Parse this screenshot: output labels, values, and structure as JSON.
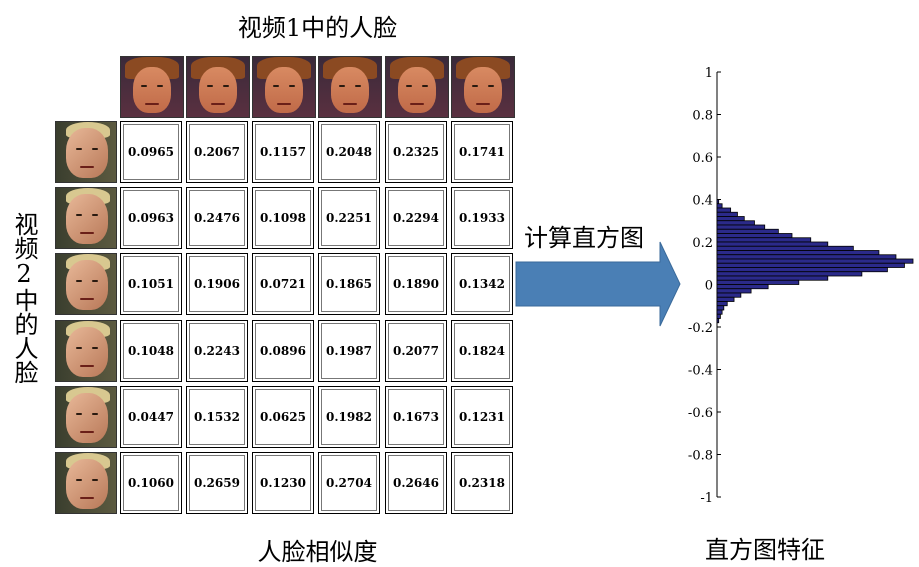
{
  "titles": {
    "top": "视频1中的人脸",
    "side": "视频2中的人脸",
    "bottom": "人脸相似度",
    "arrow": "计算直方图",
    "histogram": "直方图特征"
  },
  "matrix": [
    [
      "0.0965",
      "0.2067",
      "0.1157",
      "0.2048",
      "0.2325",
      "0.1741"
    ],
    [
      "0.0963",
      "0.2476",
      "0.1098",
      "0.2251",
      "0.2294",
      "0.1933"
    ],
    [
      "0.1051",
      "0.1906",
      "0.0721",
      "0.1865",
      "0.1890",
      "0.1342"
    ],
    [
      "0.1048",
      "0.2243",
      "0.0896",
      "0.1987",
      "0.2077",
      "0.1824"
    ],
    [
      "0.0447",
      "0.1532",
      "0.0625",
      "0.1982",
      "0.1673",
      "0.1231"
    ],
    [
      "0.1060",
      "0.2659",
      "0.1230",
      "0.2704",
      "0.2646",
      "0.2318"
    ]
  ],
  "colors": {
    "arrow": "#4a7fb5",
    "bar_fill": "#2b2a8a",
    "bar_stroke": "#000000"
  },
  "chart_data": {
    "type": "bar",
    "orientation": "horizontal",
    "ylim": [
      -1,
      1
    ],
    "yticks": [
      "1",
      "0.8",
      "0.6",
      "0.4",
      "0.2",
      "0",
      "-0.2",
      "-0.4",
      "-0.6",
      "-0.8",
      "-1"
    ],
    "bins": [
      0.39,
      0.37,
      0.35,
      0.33,
      0.31,
      0.29,
      0.27,
      0.25,
      0.23,
      0.21,
      0.19,
      0.17,
      0.15,
      0.13,
      0.11,
      0.09,
      0.07,
      0.05,
      0.03,
      0.01,
      -0.01,
      -0.03,
      -0.05,
      -0.07,
      -0.09,
      -0.11,
      -0.13,
      -0.15,
      -0.17
    ],
    "counts": [
      1,
      3,
      8,
      12,
      16,
      22,
      28,
      36,
      44,
      55,
      65,
      80,
      95,
      105,
      115,
      110,
      100,
      85,
      65,
      48,
      30,
      20,
      14,
      10,
      6,
      4,
      3,
      2,
      1
    ]
  }
}
